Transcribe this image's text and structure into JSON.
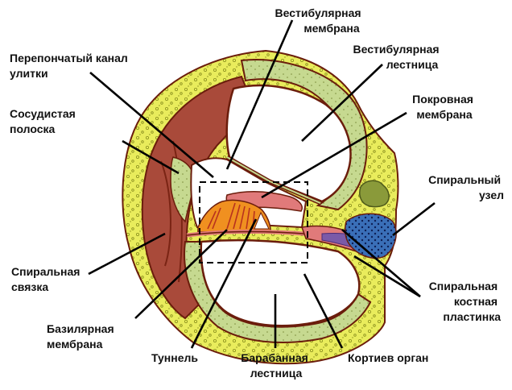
{
  "labels": {
    "vestibular_membrane": [
      "Вестибулярная",
      "мембрана"
    ],
    "membranous_canal": [
      "Перепончатый канал",
      "улитки"
    ],
    "scala_vestibuli": [
      "Вестибулярная",
      "лестница"
    ],
    "stria_vascularis": [
      "Сосудистая",
      "полоска"
    ],
    "tectorial_membrane": [
      "Покровная",
      "мембрана"
    ],
    "spiral_ganglion": [
      "Спиральный",
      "узел"
    ],
    "spiral_ligament": [
      "Спиральная",
      "связка"
    ],
    "osseous_spiral_lamina": [
      "Спиральная",
      "костная",
      "пластинка"
    ],
    "basilar_membrane": [
      "Базилярная",
      "мембрана"
    ],
    "tunnel": [
      "Туннель"
    ],
    "scala_tympani": [
      "Барабанная",
      "лестница"
    ],
    "organ_of_corti": [
      "Кортиев орган"
    ]
  },
  "colors": {
    "bone": "#e9ec5c",
    "bone_dots": "#8a8f1d",
    "wall_green": "#c6d990",
    "ligament": "#a94a3a",
    "ligament_dark": "#7a2414",
    "outline": "#6b1d0c",
    "scala_fill": "#ffffff",
    "ganglion": "#3a6fb8",
    "nerve_purple": "#7a5aa8",
    "ganglion_olive": "#8a9a3a",
    "corti_orange": "#f09020",
    "basilar_pink": "#e07a7a"
  }
}
